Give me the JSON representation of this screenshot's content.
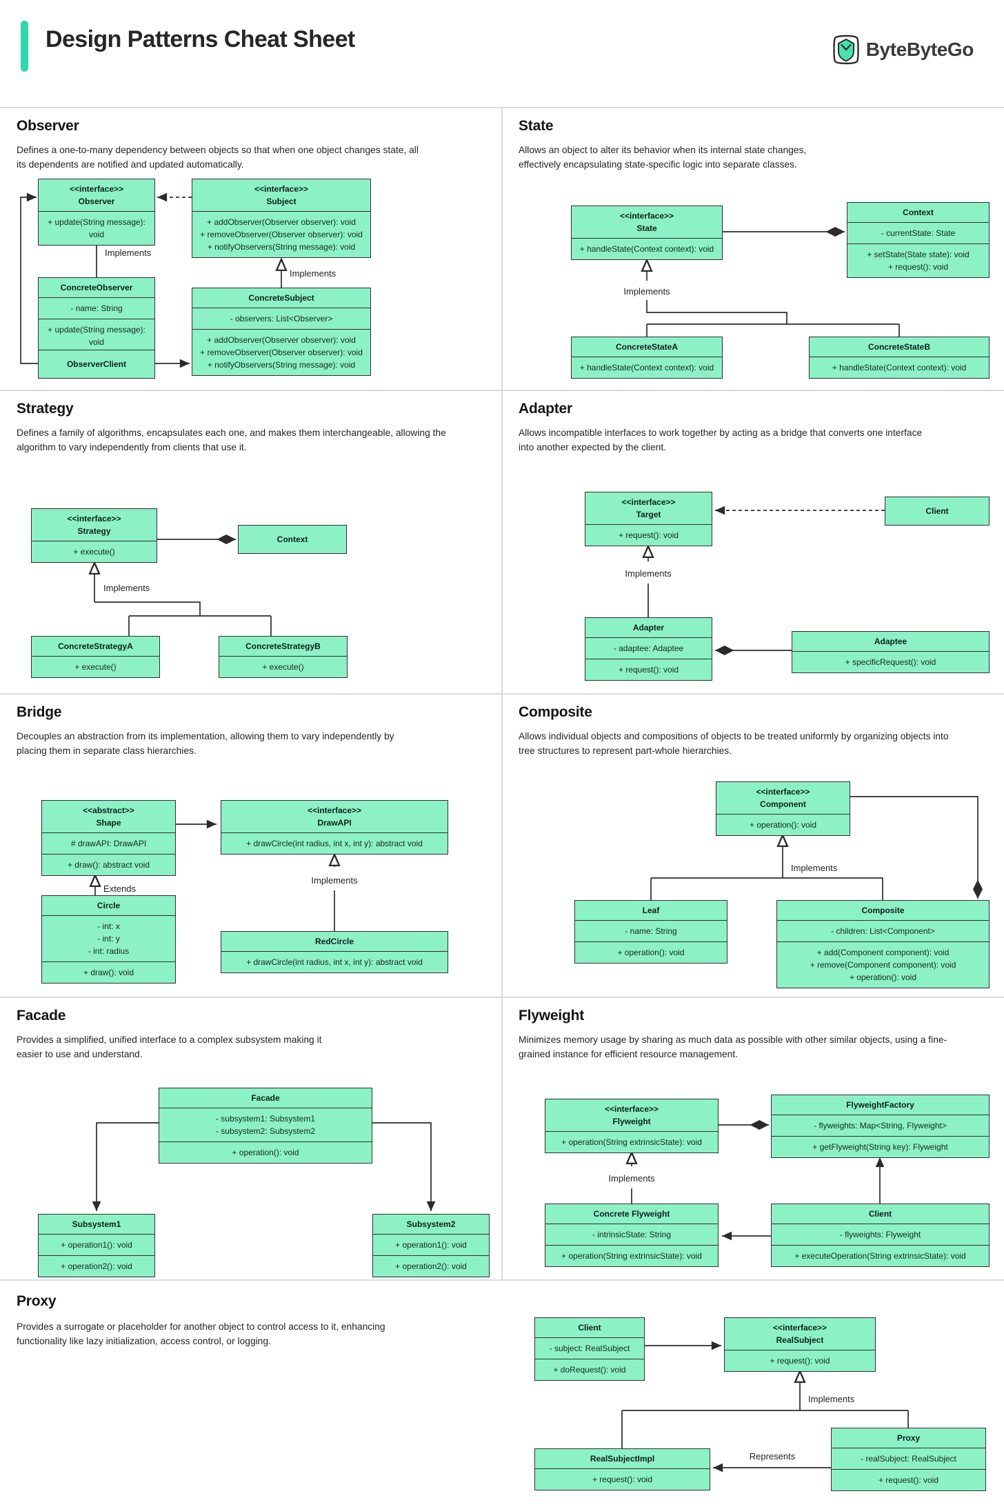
{
  "header": {
    "title": "Design Patterns Cheat Sheet",
    "brand": "ByteByteGo"
  },
  "accent_color": "#2fd9ac",
  "box_fill_color": "#8df1c6",
  "sections": {
    "observer": {
      "title": "Observer",
      "description": "Defines a one-to-many dependency between objects so that when one object changes state, all its dependents are notified and updated automatically.",
      "boxes": {
        "iface": {
          "title": "<<interface>>\nObserver",
          "methods": "+ update(String message): void"
        },
        "subject": {
          "title": "<<interface>>\nSubject",
          "methods": "+ addObserver(Observer observer): void\n+ removeObserver(Observer observer): void\n+ notifyObservers(String message): void"
        },
        "concrete_observer": {
          "title": "ConcreteObserver",
          "attrs": "- name: String",
          "methods": "+ update(String message): void"
        },
        "observer_client": {
          "title": "ObserverClient"
        },
        "concrete_subject": {
          "title": "ConcreteSubject",
          "attrs": "- observers: List<Observer>",
          "methods": "+ addObserver(Observer observer): void\n+ removeObserver(Observer observer): void\n+ notifyObservers(String message): void"
        }
      },
      "labels": {
        "impl1": "Implements",
        "impl2": "Implements"
      }
    },
    "state": {
      "title": "State",
      "description": "Allows an object to alter its behavior when its internal state changes, effectively encapsulating state-specific logic into separate classes.",
      "boxes": {
        "iface": {
          "title": "<<interface>>\nState",
          "methods": "+ handleState(Context context): void"
        },
        "context": {
          "title": "Context",
          "attrs": "- currentState: State",
          "methods": "+ setState(State state): void\n+ request(): void"
        },
        "concrete_a": {
          "title": "ConcreteStateA",
          "methods": "+ handleState(Context context): void"
        },
        "concrete_b": {
          "title": "ConcreteStateB",
          "methods": "+ handleState(Context context): void"
        }
      },
      "labels": {
        "impl": "Implements"
      }
    },
    "strategy": {
      "title": "Strategy",
      "description": "Defines a family of algorithms, encapsulates each one, and makes them interchangeable, allowing the algorithm to vary independently from clients that use it.",
      "boxes": {
        "iface": {
          "title": "<<interface>>\nStrategy",
          "methods": "+ execute()"
        },
        "context": {
          "title": "Context"
        },
        "concrete_a": {
          "title": "ConcreteStrategyA",
          "methods": "+ execute()"
        },
        "concrete_b": {
          "title": "ConcreteStrategyB",
          "methods": "+ execute()"
        }
      },
      "labels": {
        "impl": "Implements"
      }
    },
    "adapter": {
      "title": "Adapter",
      "description": "Allows incompatible interfaces to work together by acting as a bridge that converts one interface into another expected by the client.",
      "boxes": {
        "target": {
          "title": "<<interface>>\nTarget",
          "methods": "+ request(): void"
        },
        "client": {
          "title": "Client"
        },
        "adapter": {
          "title": "Adapter",
          "attrs": "- adaptee: Adaptee",
          "methods": "+ request(): void"
        },
        "adaptee": {
          "title": "Adaptee",
          "methods": "+ specificRequest(): void"
        }
      },
      "labels": {
        "impl": "Implements"
      }
    },
    "bridge": {
      "title": "Bridge",
      "description": "Decouples an abstraction from its implementation, allowing them to vary independently by placing them in separate class hierarchies.",
      "boxes": {
        "shape": {
          "title": "<<abstract>>\nShape",
          "attrs": "# drawAPI: DrawAPI",
          "methods": "+ draw(): abstract void"
        },
        "drawapi": {
          "title": "<<interface>>\nDrawAPI",
          "methods": "+ drawCircle(int radius, int x, int y): abstract void"
        },
        "circle": {
          "title": "Circle",
          "attrs": "- int: x\n- int: y\n- int: radius",
          "methods": "+ draw(): void"
        },
        "redcircle": {
          "title": "RedCircle",
          "methods": "+ drawCircle(int radius, int x, int y): abstract void"
        }
      },
      "labels": {
        "extends": "Extends",
        "impl": "Implements"
      }
    },
    "composite": {
      "title": "Composite",
      "description": "Allows individual objects and compositions of objects to be treated uniformly by organizing objects into tree structures to represent part-whole hierarchies.",
      "boxes": {
        "component": {
          "title": "<<interface>>\nComponent",
          "methods": "+ operation(): void"
        },
        "leaf": {
          "title": "Leaf",
          "attrs": "- name: String",
          "methods": "+ operation(): void"
        },
        "composite": {
          "title": "Composite",
          "attrs": "- children: List<Component>",
          "methods": "+ add(Component component): void\n+ remove(Component component): void\n+ operation(): void"
        }
      },
      "labels": {
        "impl": "Implements"
      }
    },
    "facade": {
      "title": "Facade",
      "description": "Provides a simplified, unified interface to a complex subsystem making it easier to use and understand.",
      "boxes": {
        "facade": {
          "title": "Facade",
          "attrs": "- subsystem1: Subsystem1\n- subsystem2: Subsystem2",
          "methods": "+ operation(): void"
        },
        "sub1": {
          "title": "Subsystem1",
          "methods": "+ operation1(): void",
          "methods2": "+ operation2(): void"
        },
        "sub2": {
          "title": "Subsystem2",
          "methods": "+ operation1(): void",
          "methods2": "+ operation2(): void"
        }
      }
    },
    "flyweight": {
      "title": "Flyweight",
      "description": "Minimizes memory usage by sharing as much data as possible with other similar objects, using a fine-grained instance for efficient resource management.",
      "boxes": {
        "iface": {
          "title": "<<interface>>\nFlyweight",
          "methods": "+ operation(String extrinsicState): void"
        },
        "factory": {
          "title": "FlyweightFactory",
          "attrs": "- flyweights: Map<String, Flyweight>",
          "methods": "+ getFlyweight(String key): Flyweight"
        },
        "concrete": {
          "title": "Concrete Flyweight",
          "attrs": "- intrinsicState: String",
          "methods": "+ operation(String extrinsicState): void"
        },
        "client": {
          "title": "Client",
          "attrs": "- flyweights: Flyweight",
          "methods": "+ executeOperation(String extrinsicState): void"
        }
      },
      "labels": {
        "impl": "Implements"
      }
    },
    "proxy": {
      "title": "Proxy",
      "description": "Provides a surrogate or placeholder for another object to control access to it, enhancing functionality like lazy initialization, access control, or logging.",
      "boxes": {
        "client": {
          "title": "Client",
          "attrs": "- subject: RealSubject",
          "methods": "+ doRequest(): void"
        },
        "real_subject": {
          "title": "<<interface>>\nRealSubject",
          "methods": "+ request(): void"
        },
        "real_subject_impl": {
          "title": "RealSubjectImpl",
          "methods": "+ request(): void"
        },
        "proxy": {
          "title": "Proxy",
          "attrs": "- realSubject: RealSubject",
          "methods": "+ request(): void"
        }
      },
      "labels": {
        "impl": "Implements",
        "represents": "Represents"
      }
    }
  }
}
